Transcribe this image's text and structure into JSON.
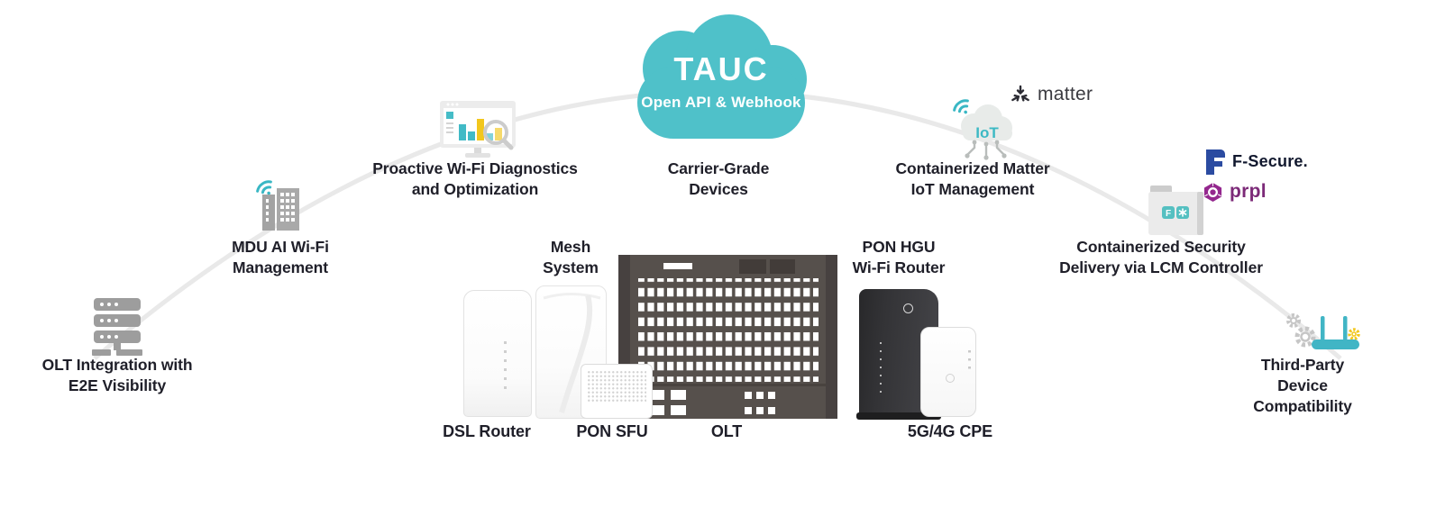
{
  "cloud": {
    "title": "TAUC",
    "subtitle": "Open API & Webhook"
  },
  "nodes": [
    {
      "id": "olt-integration",
      "label": "OLT Integration with\nE2E Visibility"
    },
    {
      "id": "mdu-ai-wifi",
      "label": "MDU AI Wi-Fi\nManagement"
    },
    {
      "id": "wifi-diagnostics",
      "label": "Proactive Wi-Fi Diagnostics\nand Optimization"
    },
    {
      "id": "carrier-grade-devices",
      "label": "Carrier-Grade\nDevices"
    },
    {
      "id": "matter-iot",
      "label": "Containerized Matter\nIoT Management"
    },
    {
      "id": "containerized-security",
      "label": "Containerized Security\nDelivery via LCM Controller"
    },
    {
      "id": "third-party",
      "label": "Third-Party Device\nCompatibility"
    }
  ],
  "logos": {
    "matter": "matter",
    "f_secure": "F-Secure.",
    "prpl": "prpl"
  },
  "devices": {
    "mesh": "Mesh\nSystem",
    "pon_hgu": "PON HGU\nWi-Fi Router",
    "dsl": "DSL Router",
    "pon_sfu": "PON SFU",
    "olt": "OLT",
    "cpe": "5G/4G CPE"
  },
  "iot_icon_text": "IoT",
  "fsecure_badge_letter": "F",
  "colors": {
    "teal_cloud": "#4fc1c9",
    "teal_icon": "#41b7c5",
    "icon_gray": "#9d9d9d",
    "arc_gray": "#e9e9e9",
    "label_text": "#1f1f29",
    "rack_dark": "#56504c",
    "fsecure_blue": "#2b4ba1",
    "prpl_purple": "#94278e",
    "matter_dark": "#2c2c34",
    "accent_yellow": "#f2c71d"
  }
}
